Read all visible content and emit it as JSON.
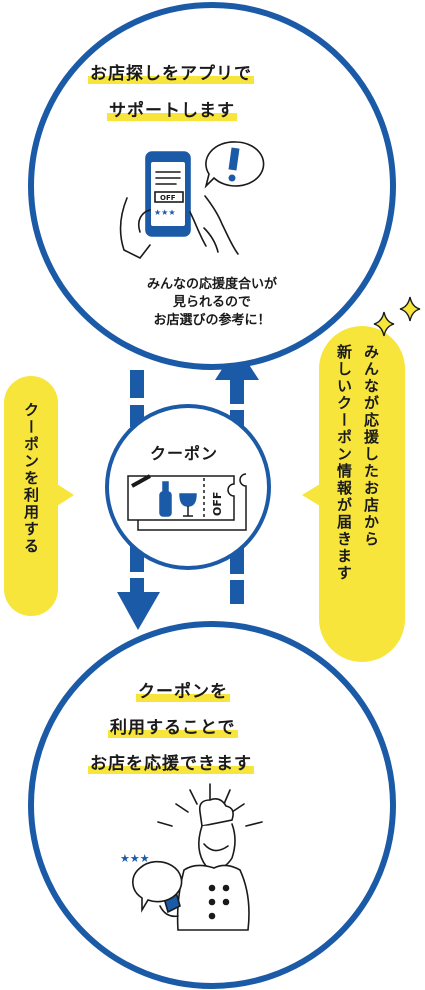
{
  "top_circle": {
    "heading_line1": "お店探しをアプリで",
    "heading_line2": "サポートします",
    "caption_line1": "みんなの応援度合いが",
    "caption_line2": "見られるので",
    "caption_line3": "お店選びの参考に！"
  },
  "center_circle": {
    "title": "クーポン"
  },
  "coupon_ticket": {
    "off_label": "OFF"
  },
  "phone_coupon": {
    "off_label": "OFF",
    "stars": "★★★"
  },
  "left_bubble": {
    "text": "クーポンを利用する"
  },
  "right_bubble": {
    "text_line1": "みんなが応援したお店から",
    "text_line2": "新しいクーポン情報が届きます"
  },
  "bottom_circle": {
    "heading_line1": "クーポンを",
    "heading_line2": "利用することで",
    "heading_line3": "お店を応援できます",
    "speech_stars": "★★★"
  },
  "colors": {
    "brand_blue": "#1b5aa6",
    "accent_yellow": "#f7e53b",
    "ink": "#1a1a1a"
  }
}
